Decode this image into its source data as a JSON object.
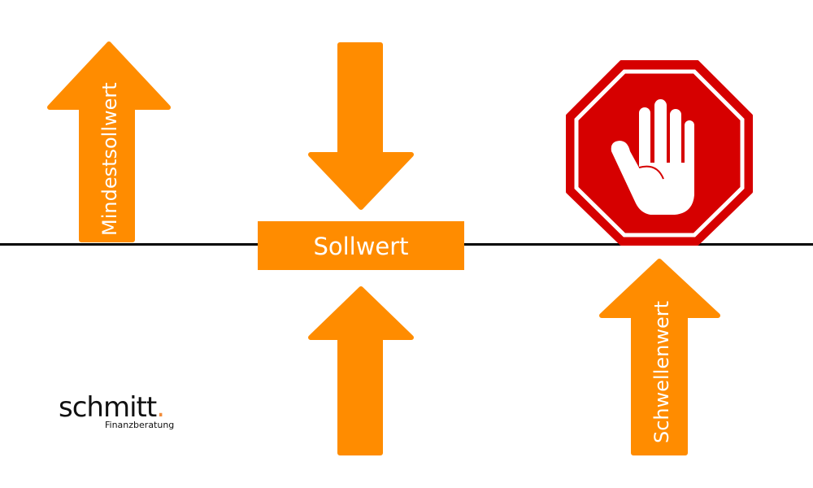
{
  "labels": {
    "minimum_setpoint": "Mindestsollwert",
    "setpoint": "Sollwert",
    "threshold": "Schwellenwert"
  },
  "logo": {
    "name": "schmitt",
    "dot": ".",
    "tagline": "Finanzberatung"
  },
  "icons": [
    "arrow-up",
    "arrow-down",
    "arrow-up",
    "arrow-up",
    "stop-sign-hand"
  ],
  "colors": {
    "orange": "#ff8c00",
    "stop_red": "#d60000",
    "line": "#000000",
    "logo_dot": "#f28c3a"
  }
}
